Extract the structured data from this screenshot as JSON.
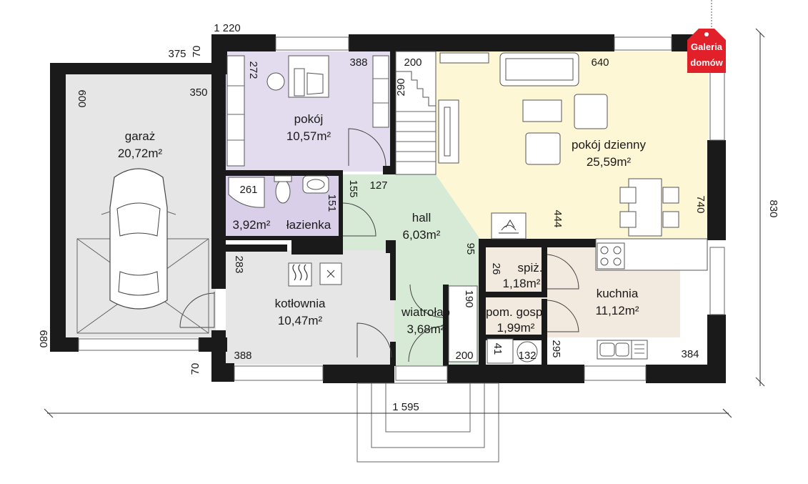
{
  "rooms": {
    "garaz": {
      "name": "garaż",
      "area": "20,72m²",
      "color": "#e6e6e6"
    },
    "pokoj": {
      "name": "pokój",
      "area": "10,57m²",
      "color": "#e3dcee"
    },
    "lazienka": {
      "name": "łazienka",
      "area": "3,92m²",
      "color": "#d9cfe8"
    },
    "kotlownia": {
      "name": "kotłownia",
      "area": "10,47m²",
      "color": "#e6e6e6"
    },
    "hall": {
      "name": "hall",
      "area": "6,03m²",
      "color": "#d6ead6"
    },
    "wiatrolap": {
      "name": "wiatrołap",
      "area": "3,68m²",
      "color": "#d6ead6"
    },
    "pokoj_dzienny": {
      "name": "pokój dzienny",
      "area": "25,59m²",
      "color": "#fdf7d6"
    },
    "spiz": {
      "name": "spiż.",
      "area": "1,18m²",
      "color": "#f2e9df"
    },
    "pom_gosp": {
      "name": "pom. gosp.",
      "area": "1,99m²",
      "color": "#f2e9df"
    },
    "kuchnia": {
      "name": "kuchnia",
      "area": "11,12m²",
      "color": "#f2e9df"
    }
  },
  "dimensions": {
    "top_1220": "1 220",
    "d375": "375",
    "d70a": "70",
    "d600": "600",
    "d350": "350",
    "d272": "272",
    "d388_top": "388",
    "d200_top": "200",
    "d290": "290",
    "d640": "640",
    "d155": "155",
    "d127": "127",
    "d261": "261",
    "d151": "151",
    "d444": "444",
    "d740": "740",
    "d830": "830",
    "d283": "283",
    "d95": "95",
    "d26": "26",
    "d190": "190",
    "d200_bottom": "200",
    "d41": "41",
    "d132": "132",
    "d295": "295",
    "d384": "384",
    "d388_bottom": "388",
    "d70b": "70",
    "d680": "680",
    "total_1595": "1 595"
  },
  "logo": {
    "line1": "Galeria",
    "line2": "domów",
    "color": "#e2202a"
  }
}
